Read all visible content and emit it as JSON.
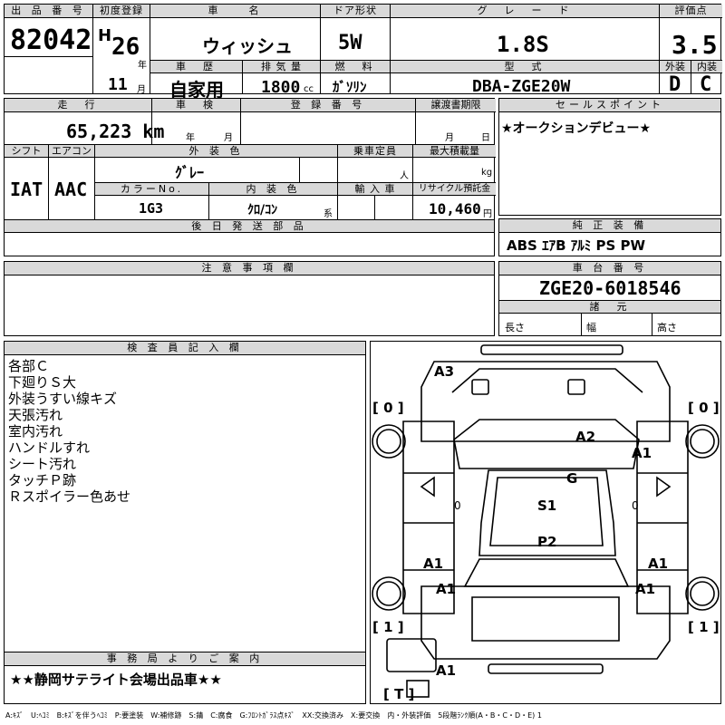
{
  "header": {
    "lot_label": "出 品 番 号",
    "lot": "82042",
    "first_reg_label": "初度登録",
    "era": "H",
    "year": "26",
    "year_unit": "年",
    "month": "11",
    "month_unit": "月",
    "car_name_label": "車　　名",
    "car_name": "ウィッシュ",
    "door_label": "ドア形状",
    "door": "5W",
    "grade_label": "グ　レ　ー　ド",
    "grade": "1.8S",
    "score_label": "評価点",
    "score": "3.5",
    "history_label": "車　歴",
    "history": "自家用",
    "displacement_label": "排 気 量",
    "displacement": "1800",
    "cc": "cc",
    "fuel_label": "燃　料",
    "fuel": "ｶﾞｿﾘﾝ",
    "model_label": "型　式",
    "model": "DBA-ZGE20W",
    "ext_label": "外装",
    "ext_grade": "D",
    "int_label": "内装",
    "int_grade": "C"
  },
  "row2": {
    "mileage_label": "走　行",
    "mileage": "65,223 km",
    "inspection_label": "車　検",
    "insp_year": "年",
    "insp_month": "月",
    "reg_label": "登 録 番 号",
    "transfer_label": "譲渡書期限",
    "transfer_month": "月",
    "transfer_day": "日",
    "shift_label": "シフト",
    "shift": "IAT",
    "ac_label": "エアコン",
    "ac": "AAC",
    "color_label": "外 装 色",
    "color": "ｸﾞﾚｰ",
    "capacity_label": "乗車定員",
    "capacity_unit": "人",
    "load_label": "最大積載量",
    "load_unit": "kg",
    "color_no_label": "カラーNo.",
    "color_no": "1G3",
    "interior_color_label": "内 装 色",
    "interior_color": "ｸﾛ/ｺﾝ",
    "interior_suffix": "系",
    "import_label": "輸 入 車",
    "recycle_label": "リサイクル預託金",
    "recycle": "10,460",
    "yen": "円",
    "delivery_label": "後 日 発 送 部 品"
  },
  "sales_point": {
    "label": "セールスポイント",
    "text": "★オークションデビュー★"
  },
  "equipment": {
    "label": "純 正 装 備",
    "text": "ABS ｴｱB ｱﾙﾐ PS PW"
  },
  "caution": {
    "label": "注 意 事 項 欄"
  },
  "chassis": {
    "label": "車 台 番 号",
    "number": "ZGE20-6018546",
    "spec_label": "諸　元",
    "length": "長さ",
    "width": "幅",
    "height": "高さ"
  },
  "inspector": {
    "label": "検 査 員 記 入 欄",
    "notes": [
      "各部Ｃ",
      "下廻りＳ大",
      "外装うすい線キズ",
      "天張汚れ",
      "室内汚れ",
      "ハンドルすれ",
      "シート汚れ",
      "タッチＰ跡",
      "Ｒスポイラー色あせ"
    ]
  },
  "office": {
    "label": "事 務 局 よ り ご 案 内",
    "text": "★★静岡サテライト会場出品車★★"
  },
  "diagram": {
    "marks": [
      "A3",
      "A2",
      "A1",
      "G",
      "S1",
      "P2",
      "A1",
      "A1",
      "A1",
      "A1",
      "A1"
    ],
    "tires": [
      "[ 0 ]",
      "[ 0 ]",
      "[ 1 ]",
      "[ 1 ]",
      "[ T ]"
    ],
    "small": [
      "0",
      "0"
    ]
  },
  "legend": "A:ｷｽﾞ　U:ﾍｺﾐ　B:ｷｽﾞを伴うﾍｺﾐ　P:要塗装　W:補修跡　S:錆　C:腐食　G:ﾌﾛﾝﾄｶﾞﾗｽ点ｷｽﾞ　XX:交換済み　X:要交換　内・外装評価　5段階ﾗﾝｸ順(A・B・C・D・E) 1"
}
